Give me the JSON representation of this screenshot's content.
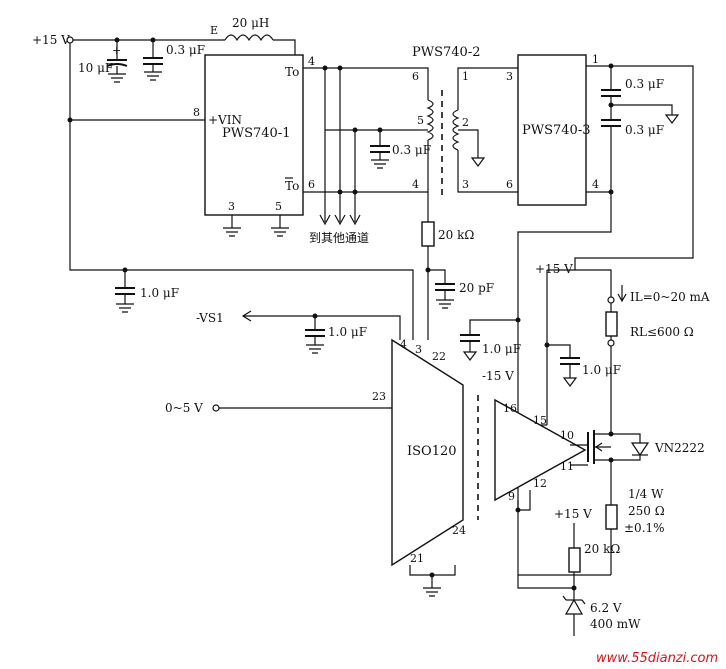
{
  "supply": {
    "plus15_top": "+15 V",
    "plus15_mid": "+15 V",
    "plus15_low": "+15 V",
    "minus15": "-15 V"
  },
  "inductor": {
    "pin": "E",
    "value": "20 μH"
  },
  "caps": {
    "c10u": "10 μF",
    "c03u_top": "0.3 μF",
    "c03u_mid": "0.3 μF",
    "c03u_r1": "0.3 μF",
    "c03u_r2": "0.3 μF",
    "c1u_left": "1.0 μF",
    "c1u_vs": "1.0 μF",
    "c1u_op": "1.0 μF",
    "c1u_rl": "1.0 μF",
    "c20p": "20 pF"
  },
  "pws1": {
    "name": "PWS740-1",
    "vin": "+VIN",
    "to1": "To",
    "to2": "To",
    "pins": {
      "p4": "4",
      "p6": "6",
      "p8": "8",
      "p3": "3",
      "p5": "5"
    }
  },
  "pws2": {
    "name": "PWS740-2",
    "pins": {
      "p6": "6",
      "p5": "5",
      "p4": "4",
      "p1": "1",
      "p2": "2",
      "p3": "3"
    }
  },
  "pws3": {
    "name": "PWS740-3",
    "pins": {
      "p3": "3",
      "p6": "6",
      "p1": "1",
      "p4": "4"
    }
  },
  "other_channels": "到其他通道",
  "r20k_top": "20 kΩ",
  "r20k_bot": "20 kΩ",
  "iso": {
    "name": "ISO120",
    "pins": {
      "p4": "4",
      "p3": "3",
      "p22": "22",
      "p23": "23",
      "p24": "24",
      "p21": "21"
    }
  },
  "vs1": "-VS1",
  "input_range": "0~5 V",
  "opamp": {
    "pins": {
      "p16": "16",
      "p15": "15",
      "p10": "10",
      "p11": "11",
      "p9": "9",
      "p12": "12"
    }
  },
  "mosfet": "VN2222",
  "load": {
    "il": "IL=0~20 mA",
    "rl": "RL≤600 Ω"
  },
  "rsense": {
    "power": "1/4 W",
    "value": "250 Ω",
    "tol": "±0.1%"
  },
  "zener": {
    "voltage": "6.2 V",
    "power": "400 mW"
  },
  "watermark": "www.55dianzi.com"
}
